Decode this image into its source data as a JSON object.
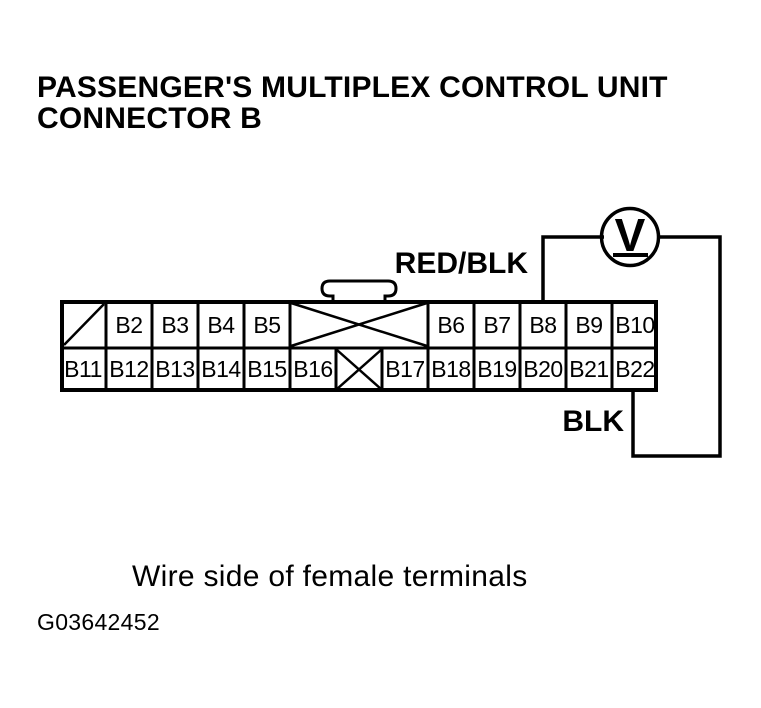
{
  "title": {
    "line1": "PASSENGER'S MULTIPLEX CONTROL UNIT",
    "line2": "CONNECTOR B"
  },
  "connector": {
    "description": "22-pin connector, wire side of female terminals",
    "top_row": [
      {
        "type": "blocked-slash",
        "label": ""
      },
      {
        "type": "pin",
        "label": "B2"
      },
      {
        "type": "pin",
        "label": "B3"
      },
      {
        "type": "pin",
        "label": "B4"
      },
      {
        "type": "pin",
        "label": "B5"
      },
      {
        "type": "blocked-cross",
        "label": ""
      },
      {
        "type": "pin",
        "label": "B6"
      },
      {
        "type": "pin",
        "label": "B7"
      },
      {
        "type": "pin",
        "label": "B8"
      },
      {
        "type": "pin",
        "label": "B9"
      },
      {
        "type": "pin",
        "label": "B10"
      }
    ],
    "bottom_row": [
      {
        "type": "pin",
        "label": "B11"
      },
      {
        "type": "pin",
        "label": "B12"
      },
      {
        "type": "pin",
        "label": "B13"
      },
      {
        "type": "pin",
        "label": "B14"
      },
      {
        "type": "pin",
        "label": "B15"
      },
      {
        "type": "pin",
        "label": "B16"
      },
      {
        "type": "blocked-cross",
        "label": ""
      },
      {
        "type": "pin",
        "label": "B17"
      },
      {
        "type": "pin",
        "label": "B18"
      },
      {
        "type": "pin",
        "label": "B19"
      },
      {
        "type": "pin",
        "label": "B20"
      },
      {
        "type": "pin",
        "label": "B21"
      },
      {
        "type": "pin",
        "label": "B22"
      }
    ]
  },
  "wires": {
    "positive_label": "RED/BLK",
    "positive_pin": "B8",
    "negative_label": "BLK",
    "negative_pin": "B22"
  },
  "meter": {
    "type": "voltmeter",
    "symbol": "V"
  },
  "caption": "Wire side of female terminals",
  "figure_id": "G03642452",
  "colors": {
    "ink": "#000000",
    "background": "#ffffff"
  }
}
